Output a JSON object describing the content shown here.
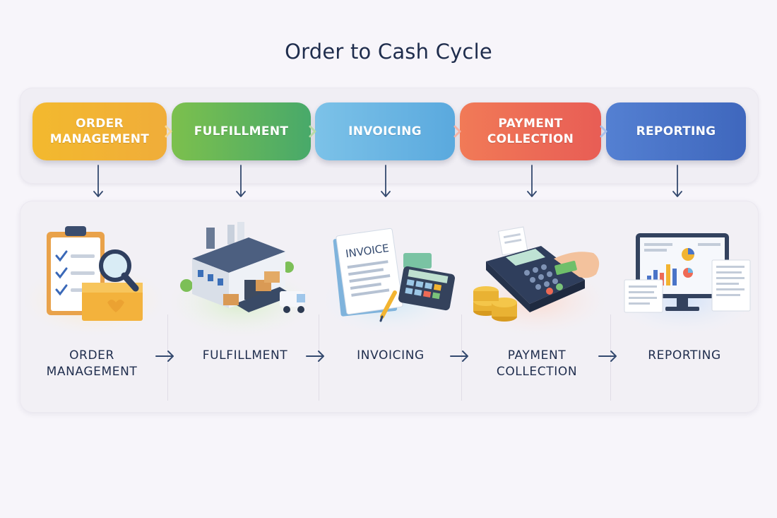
{
  "title": "Order to Cash Cycle",
  "colors": {
    "order_management": "#f2b431",
    "fulfillment": "#5fb35a",
    "invoicing": "#6bb6e3",
    "payment_collection": "#ee6a55",
    "reporting": "#4a74c8",
    "arrow": "#33496e",
    "text": "#1f2d4d"
  },
  "steps": [
    {
      "pill_label": "ORDER\nMANAGEMENT",
      "label": "ORDER\nMANAGEMENT",
      "icon": "clipboard-magnifier-box-icon"
    },
    {
      "pill_label": "FULFILLMENT",
      "label": "FULFILLMENT",
      "icon": "warehouse-truck-icon"
    },
    {
      "pill_label": "INVOICING",
      "label": "INVOICING",
      "icon": "invoice-calculator-icon"
    },
    {
      "pill_label": "PAYMENT\nCOLLECTION",
      "label": "PAYMENT\nCOLLECTION",
      "icon": "card-terminal-coins-icon"
    },
    {
      "pill_label": "REPORTING",
      "label": "REPORTING",
      "icon": "dashboard-reports-icon"
    }
  ],
  "invoice_heading": "INVOICE"
}
